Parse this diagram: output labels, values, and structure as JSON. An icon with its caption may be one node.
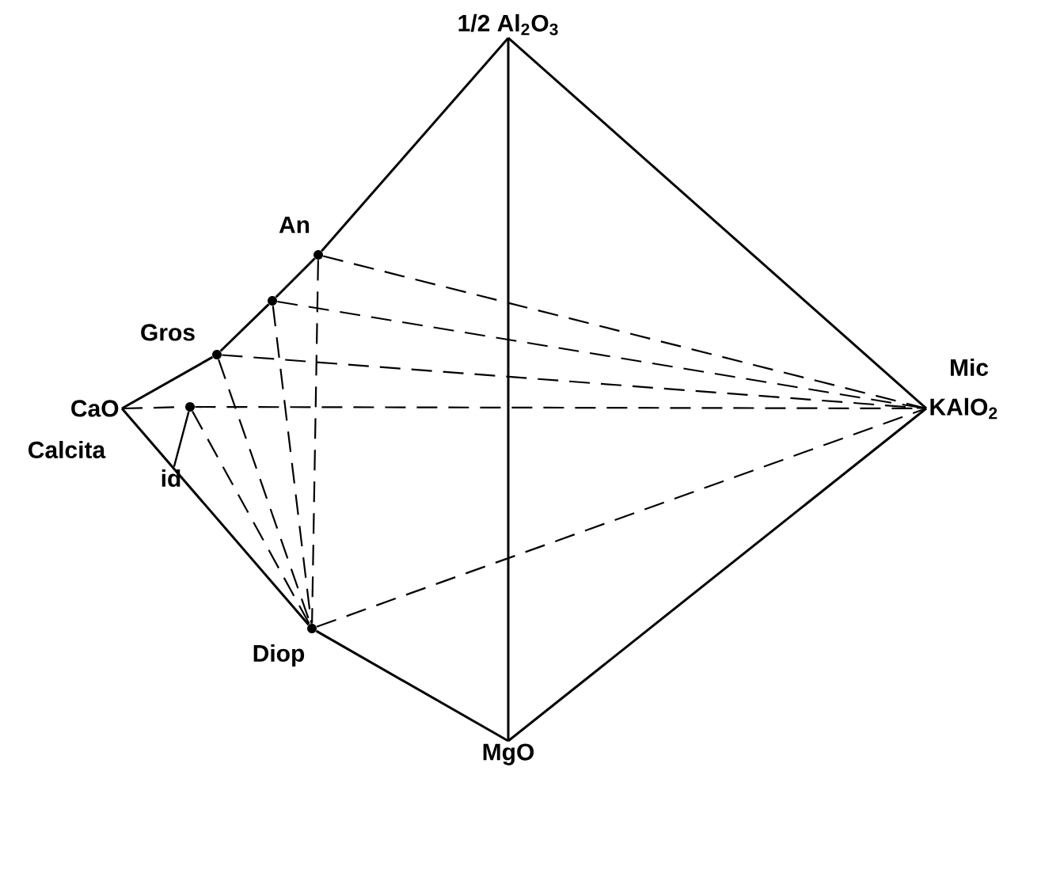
{
  "diagram": {
    "nodes": [
      {
        "text": [
          "1/2 Al$_{2}$O$_{3}$"
        ]
      },
      {
        "text": [],
        "shape": "circle",
        "beside": [
          "An"
        ]
      },
      {
        "text": [],
        "shape": "circle"
      },
      {
        "text": [],
        "shape": "circle",
        "beside": [
          "Gros"
        ]
      },
      {
        "text": [
          "CaO"
        ],
        "beside": [
          "Calcita"
        ]
      },
      {
        "text": [],
        "shape": "circle"
      },
      {
        "text": [
          "KAlO$_{2}$"
        ],
        "beside": [
          "Mic"
        ]
      },
      {
        "text": [
          "id"
        ]
      },
      {
        "text": [],
        "shape": "circle",
        "beside": [
          "Diop"
        ]
      },
      {
        "text": [
          "MgO"
        ]
      }
    ],
    "edges": [
      {
        "from": 0,
        "to": 6,
        "arrow": "none"
      },
      {
        "from": 0,
        "to": 1,
        "arrow": "none"
      },
      {
        "from": 1,
        "to": 2,
        "arrow": "none"
      },
      {
        "from": 2,
        "to": 3,
        "arrow": "none"
      },
      {
        "from": 3,
        "to": 4,
        "arrow": "none"
      },
      {
        "from": 4,
        "to": 8,
        "arrow": "none"
      },
      {
        "from": 8,
        "to": 9,
        "arrow": "none"
      },
      {
        "from": 9,
        "to": 6,
        "arrow": "none"
      },
      {
        "from": 0,
        "to": 9,
        "arrow": "none"
      },
      {
        "from": 1,
        "to": 6,
        "arrow": "none",
        "style": "dashed"
      },
      {
        "from": 2,
        "to": 6,
        "arrow": "none",
        "style": "dashed"
      },
      {
        "from": 3,
        "to": 6,
        "arrow": "none",
        "style": "dashed"
      },
      {
        "from": 4,
        "to": 5,
        "arrow": "none",
        "style": "dashed"
      },
      {
        "from": 5,
        "to": 6,
        "arrow": "none",
        "style": "dashed"
      },
      {
        "from": 8,
        "to": 6,
        "arrow": "none",
        "style": "dashed"
      },
      {
        "from": 1,
        "to": 8,
        "arrow": "none",
        "style": "dashed"
      },
      {
        "from": 2,
        "to": 8,
        "arrow": "none",
        "style": "dashed"
      },
      {
        "from": 3,
        "to": 8,
        "arrow": "none",
        "style": "dashed"
      },
      {
        "from": 5,
        "to": 8,
        "arrow": "none",
        "style": "dashed"
      },
      {
        "from": 7,
        "to": 5,
        "arrow": "none"
      }
    ]
  }
}
